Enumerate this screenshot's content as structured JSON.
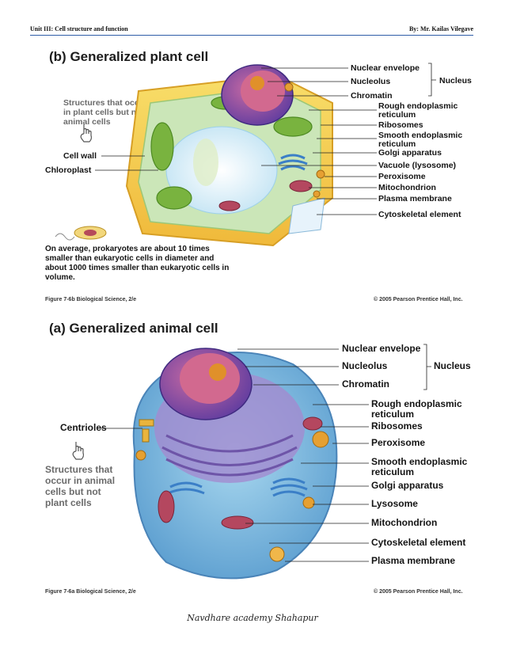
{
  "header": {
    "left": "Unit III: Cell structure and function",
    "right": "By: Mr. Kailas Vilegave"
  },
  "plant": {
    "title_tag": "(b)",
    "title": "Generalized plant cell",
    "note": "Structures that occur in plant cells but not animal cells",
    "left_labels": [
      "Cell wall",
      "Chloroplast"
    ],
    "right_labels": [
      "Nuclear envelope",
      "Nucleolus",
      "Chromatin",
      "Rough endoplasmic reticulum",
      "Ribosomes",
      "Smooth endoplasmic reticulum",
      "Golgi apparatus",
      "Vacuole (lysosome)",
      "Peroxisome",
      "Mitochondrion",
      "Plasma membrane",
      "Cytoskeletal element"
    ],
    "nucleus_label": "Nucleus",
    "prokaryote_note": "On average, prokaryotes are about 10 times smaller than eukaryotic cells in diameter and about 1000 times smaller than eukaryotic cells in volume.",
    "figure": "Figure 7-6b  Biological Science, 2/e",
    "copyright": "© 2005 Pearson Prentice Hall, Inc."
  },
  "animal": {
    "title_tag": "(a)",
    "title": "Generalized animal cell",
    "left_labels": [
      "Centrioles"
    ],
    "note": "Structures that occur in animal cells but not plant cells",
    "right_labels": [
      "Nuclear envelope",
      "Nucleolus",
      "Chromatin",
      "Rough endoplasmic reticulum",
      "Ribosomes",
      "Peroxisome",
      "Smooth endoplasmic reticulum",
      "Golgi apparatus",
      "Lysosome",
      "Mitochondrion",
      "Cytoskeletal element",
      "Plasma membrane"
    ],
    "nucleus_label": "Nucleus",
    "figure": "Figure 7-6a  Biological Science, 2/e",
    "copyright": "© 2005 Pearson Prentice Hall, Inc."
  },
  "footer": "Navdhare academy Shahapur",
  "colors": {
    "header_rule": "#2f5da8",
    "cell_wall": "#f3c640",
    "chloroplast": "#79b33f",
    "nucleus": "#7d4fb8",
    "nucleolus": "#e0902a",
    "cytoplasm_animal": "#8ec6e6"
  }
}
